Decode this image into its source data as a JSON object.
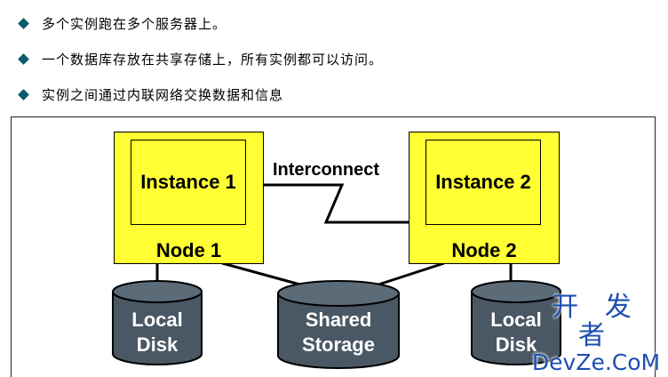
{
  "bullets": [
    "多个实例跑在多个服务器上。",
    "一个数据库存放在共享存储上，所有实例都可以访问。",
    "实例之间通过内联网络交换数据和信息"
  ],
  "diagram": {
    "node1": {
      "instance_label": "Instance 1",
      "node_label": "Node 1"
    },
    "node2": {
      "instance_label": "Instance 2",
      "node_label": "Node 2"
    },
    "interconnect_label": "Interconnect",
    "local_disk_1": {
      "line1": "Local",
      "line2": "Disk"
    },
    "shared_storage": {
      "line1": "Shared",
      "line2": "Storage"
    },
    "local_disk_2": {
      "line1": "Local",
      "line2": "Disk"
    }
  },
  "watermark": {
    "top": "开 发 者",
    "bottom": "DevZe.CoM"
  },
  "colors": {
    "node_fill": "#ffff33",
    "disk_fill": "#4a5865",
    "bullet": "#0a5d6a",
    "watermark": "#1d4fb0"
  }
}
